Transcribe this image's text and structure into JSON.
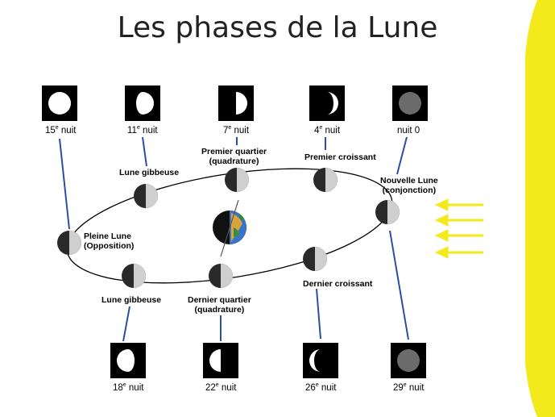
{
  "title": "Les phases de la Lune",
  "colors": {
    "sun": "#f2ea1a",
    "arrow": "#f2ea1a",
    "connector": "#2b4ea3",
    "moon_dark": "#2a2a2a",
    "moon_lit": "#d8d8d8"
  },
  "top_row": [
    {
      "num": "15",
      "sup": "e",
      "rest": " nuit",
      "phase": "full-moon-icon"
    },
    {
      "num": "11",
      "sup": "e",
      "rest": " nuit",
      "phase": "waxing-gibbous-icon"
    },
    {
      "num": "7",
      "sup": "e",
      "rest": " nuit",
      "phase": "first-quarter-icon"
    },
    {
      "num": "4",
      "sup": "e",
      "rest": " nuit",
      "phase": "waxing-crescent-icon"
    },
    {
      "num": "nuit 0",
      "sup": "",
      "rest": "",
      "phase": "new-moon-icon"
    }
  ],
  "bottom_row": [
    {
      "num": "18",
      "sup": "e",
      "rest": " nuit",
      "phase": "waning-gibbous-icon"
    },
    {
      "num": "22",
      "sup": "e",
      "rest": " nuit",
      "phase": "last-quarter-icon"
    },
    {
      "num": "26",
      "sup": "e",
      "rest": " nuit",
      "phase": "waning-crescent-icon"
    },
    {
      "num": "29",
      "sup": "e",
      "rest": " nuit",
      "phase": "new-moon-icon"
    }
  ],
  "orbit_labels": {
    "gibbous_top": "Lune gibbeuse",
    "first_quarter_1": "Premier quartier",
    "first_quarter_2": "(quadrature)",
    "first_crescent": "Premier croissant",
    "new_moon_1": "Nouvelle Lune",
    "new_moon_2": "(conjonction)",
    "full_moon_1": "Pleine Lune",
    "full_moon_2": "(Opposition)",
    "gibbous_bottom": "Lune gibbeuse",
    "last_quarter_1": "Dernier quartier",
    "last_quarter_2": "(quadrature)",
    "last_crescent": "Dernier croissant"
  }
}
